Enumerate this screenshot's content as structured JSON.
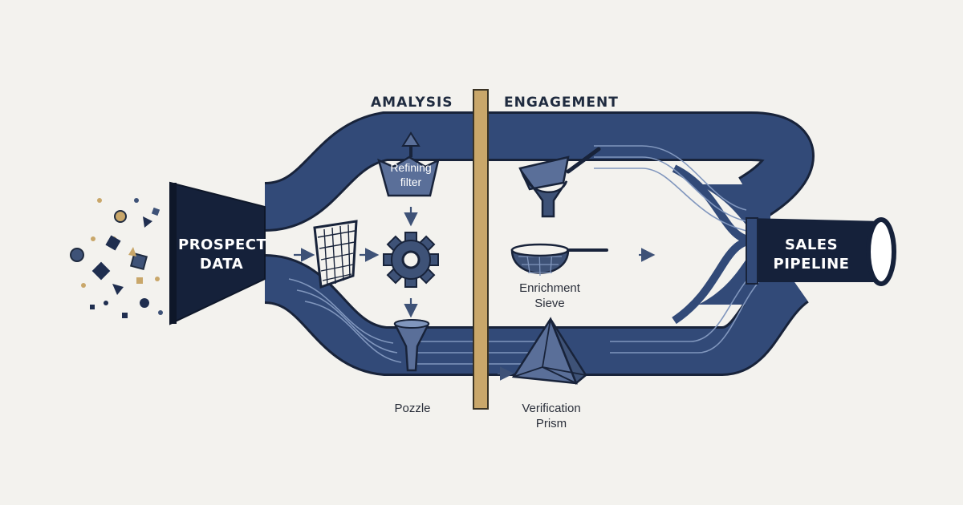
{
  "sections": {
    "left_title": "AMALYSIS",
    "right_title": "ENGAGEMENT"
  },
  "source": {
    "line1": "PROSPECT",
    "line2": "DATA"
  },
  "destination": {
    "line1": "SALES",
    "line2": "PIPELINE"
  },
  "components": {
    "refining_filter": {
      "line1": "Refining",
      "line2": "filter"
    },
    "nozzle": {
      "label": "Pozzle"
    },
    "enrichment_sieve": {
      "line1": "Enrichment",
      "line2": "Sieve"
    },
    "verification_prism": {
      "line1": "Verification",
      "line2": "Prism"
    }
  },
  "colors": {
    "pipe": "#324a78",
    "pipe_dark": "#1f2e4f",
    "outline": "#18233a",
    "navy_block": "#15213a",
    "divider": "#c9a76a",
    "accent_gold": "#c9a76a",
    "background": "#f3f2ee"
  }
}
